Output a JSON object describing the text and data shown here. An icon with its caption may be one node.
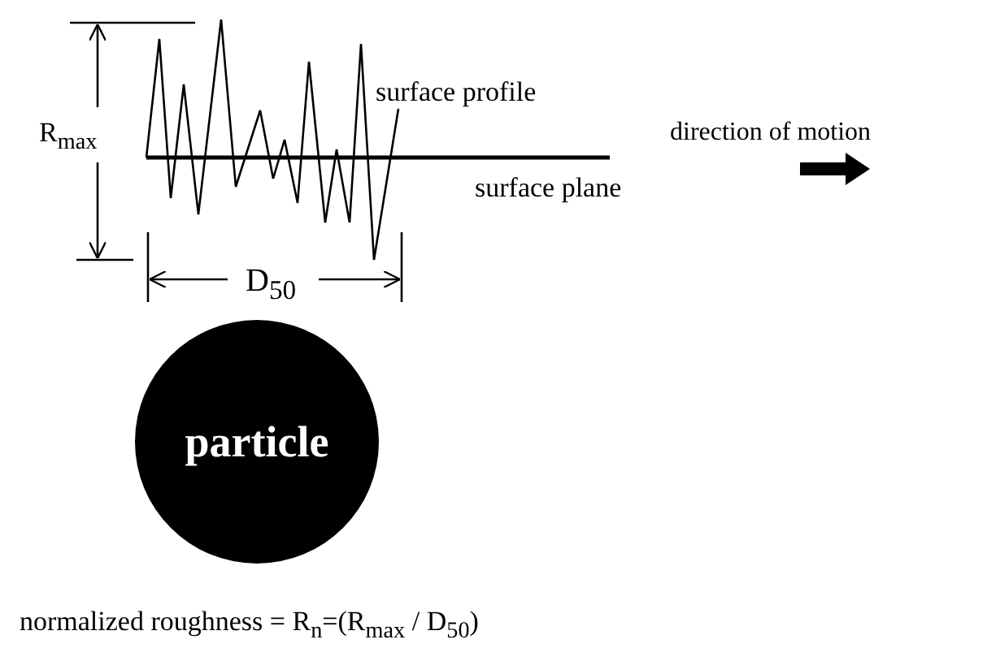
{
  "diagram": {
    "nodes": [
      {
        "text": [
          "particle"
        ]
      }
    ],
    "edges": [],
    "labels": [
      "R$_{max}$",
      "surface profile",
      "direction of motion",
      "surface plane",
      "D$_{50}$",
      "normalized roughness = R$_{n}$=(R$_{max}$ / D$_{50}$)"
    ]
  }
}
